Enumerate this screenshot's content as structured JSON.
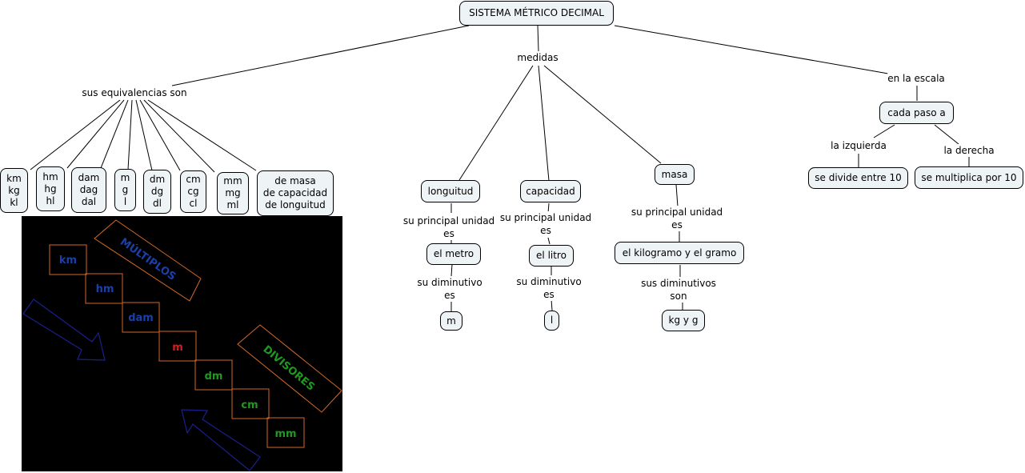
{
  "title": "SISTEMA MÉTRICO DECIMAL",
  "link_labels": {
    "equivalencias": "sus equivalencias son",
    "medidas": "medidas",
    "escala": "en la escala",
    "longitud_principal": "su principal unidad\nes",
    "longitud_diminutivo": "su diminutivo\nes",
    "capacidad_principal": "su principal unidad\nes",
    "capacidad_diminutivo": "su diminutivo\nes",
    "masa_principal": "su principal unidad\nes",
    "masa_diminutivos": "sus diminutivos\nson",
    "izquierda": "la izquierda",
    "derecha": "la derecha"
  },
  "equivalencias": [
    "km\nkg\nkl",
    "hm\nhg\nhl",
    "dam\ndag\ndal",
    "m\ng\nl",
    "dm\ndg\ndl",
    "cm\ncg\ncl",
    "mm\nmg\nml",
    "de masa\nde capacidad\nde longuitud"
  ],
  "medidas": {
    "longitud": {
      "name": "longuitud",
      "unit": "el metro",
      "short": "m"
    },
    "capacidad": {
      "name": "capacidad",
      "unit": "el litro",
      "short": "l"
    },
    "masa": {
      "name": "masa",
      "unit": "el kilogramo y el gramo",
      "short": "kg y g"
    }
  },
  "escala": {
    "step": "cada paso a",
    "left_result": "se divide entre 10",
    "right_result": "se multiplica por 10"
  },
  "scale_image": {
    "multiples_label": "MÚLTIPLOS",
    "divisors_label": "DIVISORES",
    "steps": [
      "km",
      "hm",
      "dam",
      "m",
      "dm",
      "cm",
      "mm"
    ],
    "colors": {
      "background": "#000000",
      "multiples": "#1c3fa8",
      "base": "#e01818",
      "divisors": "#1f9a1f",
      "frame": "#d2692a",
      "arrow": "#1a1f8f"
    }
  }
}
